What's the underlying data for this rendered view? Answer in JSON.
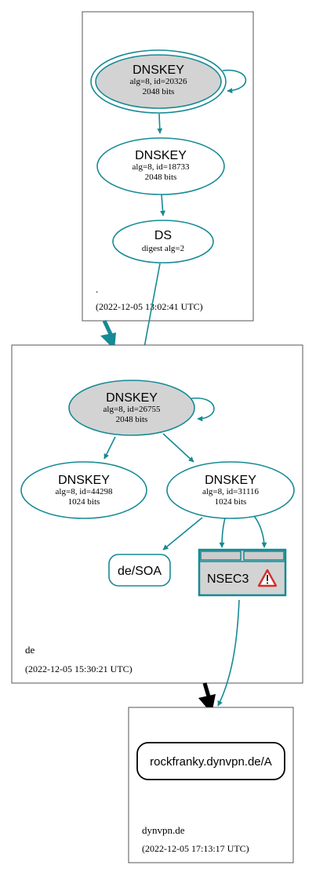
{
  "zones": {
    "root": {
      "name": ".",
      "timestamp": "(2022-12-05 13:02:41 UTC)",
      "ksk": {
        "title": "DNSKEY",
        "line1": "alg=8, id=20326",
        "line2": "2048 bits"
      },
      "zsk": {
        "title": "DNSKEY",
        "line1": "alg=8, id=18733",
        "line2": "2048 bits"
      },
      "ds": {
        "title": "DS",
        "line1": "digest alg=2"
      }
    },
    "de": {
      "name": "de",
      "timestamp": "(2022-12-05 15:30:21 UTC)",
      "ksk": {
        "title": "DNSKEY",
        "line1": "alg=8, id=26755",
        "line2": "2048 bits"
      },
      "zsk1": {
        "title": "DNSKEY",
        "line1": "alg=8, id=44298",
        "line2": "1024 bits"
      },
      "zsk2": {
        "title": "DNSKEY",
        "line1": "alg=8, id=31116",
        "line2": "1024 bits"
      },
      "soa": {
        "title": "de/SOA"
      },
      "nsec3": {
        "title": "NSEC3",
        "warning_icon": "warning-triangle-icon"
      }
    },
    "dynvpn": {
      "name": "dynvpn.de",
      "timestamp": "(2022-12-05 17:13:17 UTC)",
      "record": {
        "title": "rockfranky.dynvpn.de/A"
      }
    }
  },
  "colors": {
    "edge": "#168a95",
    "node_fill_secure_entry": "#d3d3d3",
    "nsec_fill": "#d3d3d3",
    "warning_red": "#d32f2f",
    "delegation_arrow": "#000000"
  }
}
